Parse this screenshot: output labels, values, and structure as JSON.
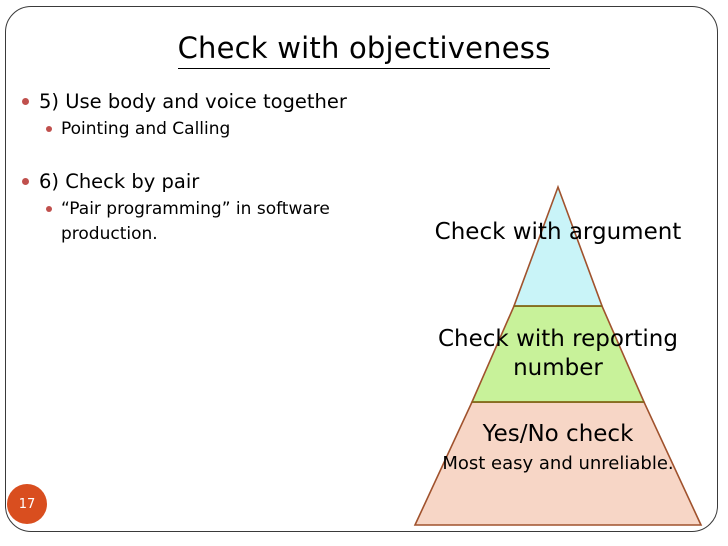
{
  "slide": {
    "title": "Check with objectiveness",
    "page_number": "17",
    "accent_color": "#C0504D",
    "badge_color": "#D94E1F",
    "border_color": "#3A3A3A",
    "background_color": "#FFFFFF"
  },
  "body": {
    "items": [
      {
        "level": 1,
        "text": "5) Use body and voice together"
      },
      {
        "level": 2,
        "text": "Pointing and Calling"
      },
      {
        "level": 1,
        "text": "6) Check by pair"
      },
      {
        "level": 2,
        "text": "“Pair programming” in software production."
      }
    ]
  },
  "pyramid": {
    "name": "objectiveness-pyramid",
    "outline_color": "#A0522D",
    "divider_color": "#7B6A12",
    "tiers": [
      {
        "id": "top",
        "label": "Check with argument",
        "sublabel": "",
        "fill": "#C9F4F8"
      },
      {
        "id": "middle",
        "label": "Check with reporting number",
        "sublabel": "",
        "fill": "#C8F29A"
      },
      {
        "id": "bottom",
        "label": "Yes/No check",
        "sublabel": "Most easy and unreliable.",
        "fill": "#F7D6C6"
      }
    ]
  }
}
